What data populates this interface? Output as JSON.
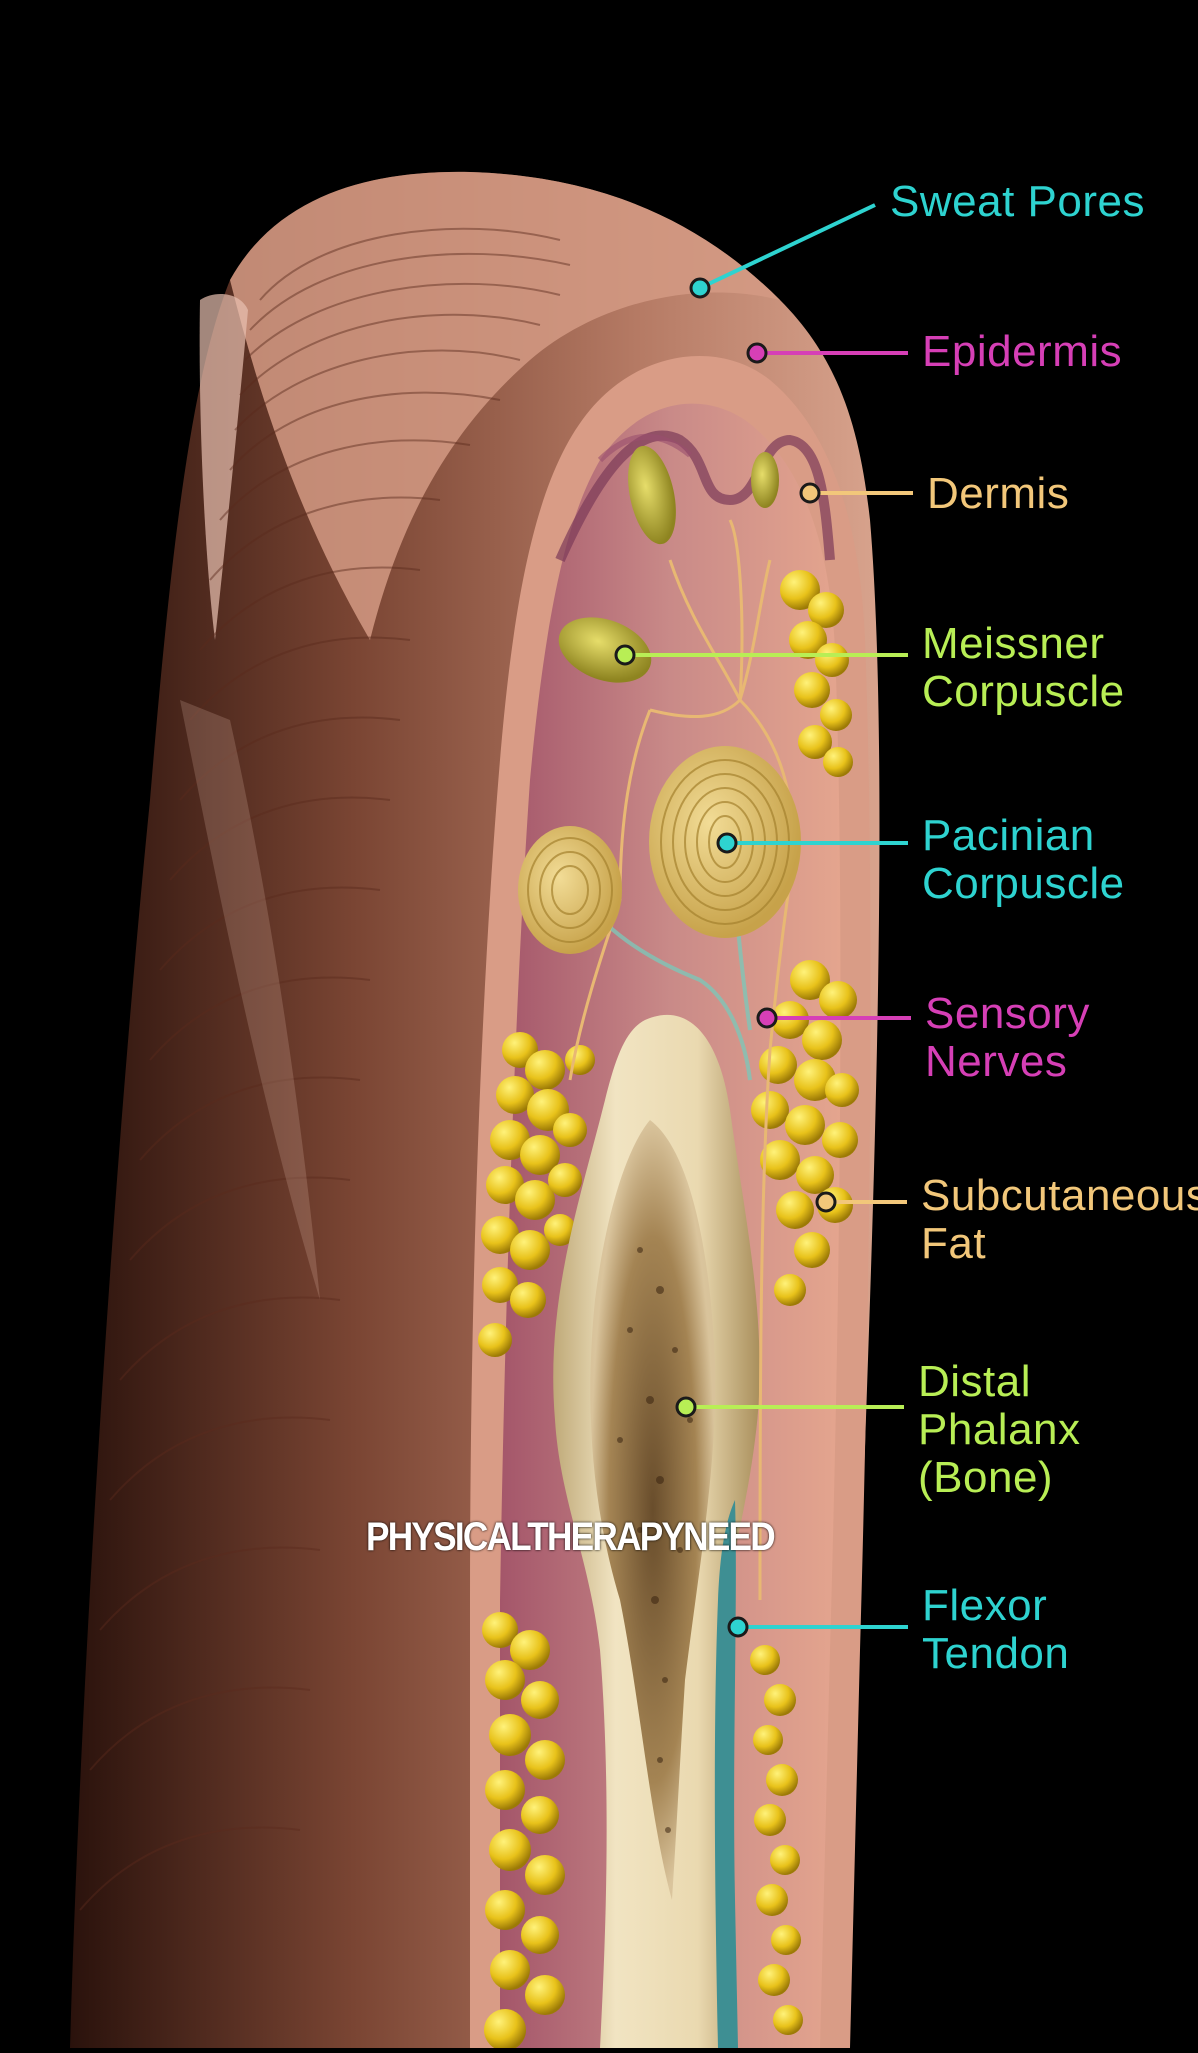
{
  "colors": {
    "background": "#000000",
    "teal": "#2ed3d0",
    "magenta": "#d63fb6",
    "gold": "#f2c77a",
    "lime": "#b8ee55",
    "skin": "#c98a72",
    "fat": "#e8c21a",
    "bone": "#ead9b0"
  },
  "labels": [
    {
      "id": "sweat-pores",
      "lines": [
        "Sweat Pores"
      ],
      "color": "#2ed3d0"
    },
    {
      "id": "epidermis",
      "lines": [
        "Epidermis"
      ],
      "color": "#d63fb6"
    },
    {
      "id": "dermis",
      "lines": [
        "Dermis"
      ],
      "color": "#f2c77a"
    },
    {
      "id": "meissner-corpuscle",
      "lines": [
        "Meissner",
        "Corpuscle"
      ],
      "color": "#b8ee55"
    },
    {
      "id": "pacinian-corpuscle",
      "lines": [
        "Pacinian",
        "Corpuscle"
      ],
      "color": "#2ed3d0"
    },
    {
      "id": "sensory-nerves",
      "lines": [
        "Sensory",
        "Nerves"
      ],
      "color": "#d63fb6"
    },
    {
      "id": "subcutaneous-fat",
      "lines": [
        "Subcutaneous",
        "Fat"
      ],
      "color": "#f2c77a"
    },
    {
      "id": "distal-phalanx",
      "lines": [
        "Distal",
        "Phalanx",
        "(Bone)"
      ],
      "color": "#b8ee55"
    },
    {
      "id": "flexor-tendon",
      "lines": [
        "Flexor",
        "Tendon"
      ],
      "color": "#2ed3d0"
    }
  ],
  "watermark": "PHYSICALTHERAPYNEED"
}
